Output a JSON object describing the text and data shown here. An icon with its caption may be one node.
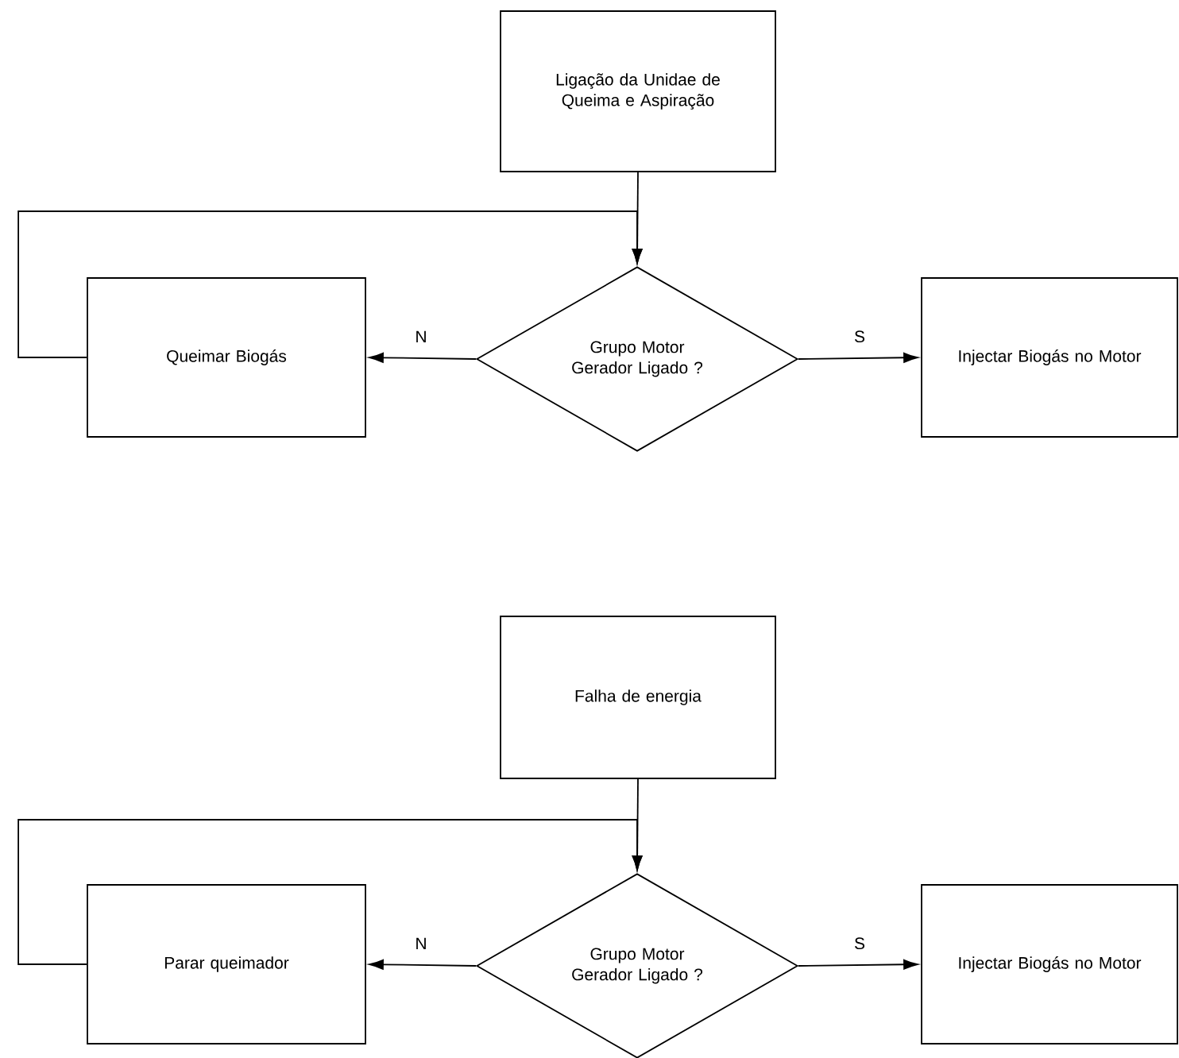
{
  "diagram": {
    "nodes": [
      {
        "text": [
          "Ligação da Unidae de Queima e Aspiração"
        ]
      },
      {
        "text": [
          "Queimar Biogás"
        ]
      },
      {
        "text": [
          "Grupo Motor Gerador Ligado ?"
        ]
      },
      {
        "text": [
          "Injectar Biogás no Motor"
        ]
      },
      {
        "text": [
          "Falha de energia"
        ]
      },
      {
        "text": [
          "Parar queimador"
        ]
      },
      {
        "text": [
          "Grupo Motor Gerador Ligado ?"
        ]
      },
      {
        "text": [
          "Injectar Biogás no Motor"
        ]
      }
    ],
    "edges": [
      {
        "from": 0,
        "to": 2,
        "arrow": "to"
      },
      {
        "from": 1,
        "to": 2,
        "arrow": "to"
      },
      {
        "from": 2,
        "to": 1,
        "arrow": "to",
        "label": "N"
      },
      {
        "from": 2,
        "to": 3,
        "arrow": "to",
        "label": "S"
      },
      {
        "from": 4,
        "to": 6,
        "arrow": "to"
      },
      {
        "from": 5,
        "to": 6,
        "arrow": "to"
      },
      {
        "from": 6,
        "to": 5,
        "arrow": "to",
        "label": "N"
      },
      {
        "from": 6,
        "to": 7,
        "arrow": "to",
        "label": "S"
      }
    ]
  }
}
